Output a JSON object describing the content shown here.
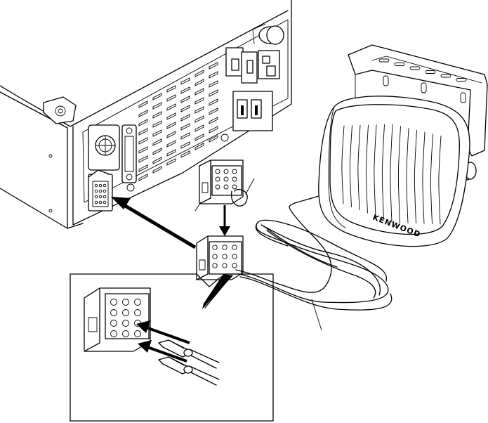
{
  "diagram": {
    "speaker": {
      "brand_text": "KENWOOD"
    },
    "arrows": [
      {
        "id": "arrow-connect-to-radio"
      },
      {
        "id": "arrow-plug-into-connector"
      },
      {
        "id": "arrow-pin-insert-1"
      },
      {
        "id": "arrow-pin-insert-2"
      }
    ],
    "colors": {
      "line": "#000000",
      "background": "#ffffff"
    }
  }
}
